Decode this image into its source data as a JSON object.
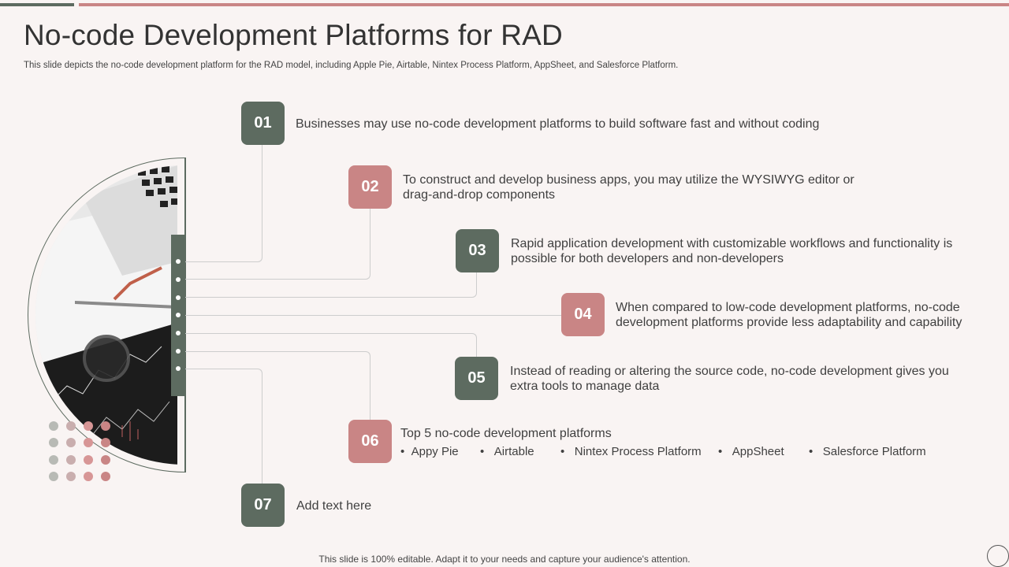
{
  "slide": {
    "title": "No-code Development Platforms for RAD",
    "subtitle": "This slide depicts the no-code development platform for the RAD model, including Apple Pie, Airtable, Nintex Process Platform, AppSheet, and Salesforce Platform.",
    "footer": "This slide is 100% editable. Adapt it to your needs and capture your audience's attention."
  },
  "colors": {
    "green": "#5d6b60",
    "pink": "#c98585",
    "background": "#f9f4f3"
  },
  "items": [
    {
      "number": "01",
      "text": "Businesses may use no-code development platforms to build software fast and without coding"
    },
    {
      "number": "02",
      "text": "To construct  and develop business apps, you may utilize the WYSIWYG  editor or drag-and-drop components"
    },
    {
      "number": "03",
      "text": "Rapid application development  with customizable workflows  and functionality  is possible for both developers and non-developers"
    },
    {
      "number": "04",
      "text": "When compared to low-code development platforms, no-code development  platforms provide less adaptability and capability"
    },
    {
      "number": "05",
      "text": "Instead  of reading or altering the source code, no-code development gives you extra tools to manage data"
    },
    {
      "number": "06",
      "text": "Top 5 no-code development platforms"
    },
    {
      "number": "07",
      "text": "Add text here"
    }
  ],
  "platforms": [
    "Appy Pie",
    "Airtable",
    "Nintex Process Platform",
    "AppSheet",
    "Salesforce Platform"
  ]
}
